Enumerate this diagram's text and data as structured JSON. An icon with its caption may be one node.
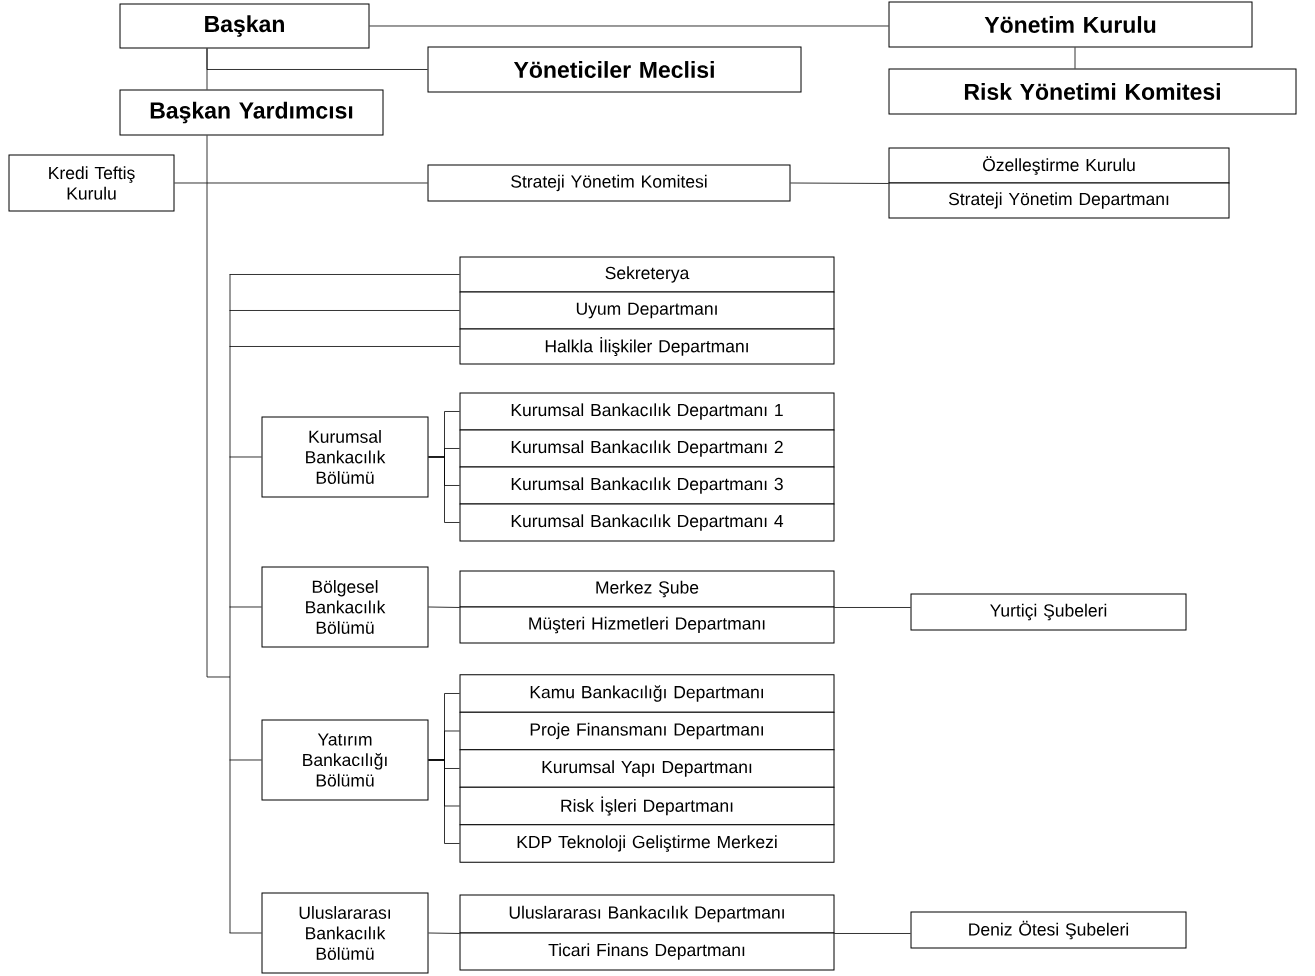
{
  "diagram": {
    "nodes": [
      {
        "text": [
          "Başkan"
        ]
      },
      {
        "text": [
          "Yönetim Kurulu"
        ]
      },
      {
        "text": [
          "Yöneticiler Meclisi"
        ]
      },
      {
        "text": [
          "Risk Yönetimi Komitesi"
        ]
      },
      {
        "text": [
          "Başkan Yardımcısı"
        ]
      },
      {
        "text": [
          "Kredi Teftiş Kurulu"
        ]
      },
      {
        "text": [
          "Strateji Yönetim Komitesi"
        ]
      },
      {
        "text": [
          "Özelleştirme Kurulu"
        ]
      },
      {
        "text": [
          "Strateji Yönetim Departmanı"
        ]
      },
      {
        "text": [
          "Sekreterya"
        ]
      },
      {
        "text": [
          "Uyum Departmanı"
        ]
      },
      {
        "text": [
          "Halkla İlişkiler Departmanı"
        ]
      },
      {
        "text": [
          "Kurumsal Bankacılık Bölümü"
        ]
      },
      {
        "text": [
          "Kurumsal Bankacılık Departmanı 1"
        ]
      },
      {
        "text": [
          "Kurumsal Bankacılık Departmanı 2"
        ]
      },
      {
        "text": [
          "Kurumsal Bankacılık Departmanı 3"
        ]
      },
      {
        "text": [
          "Kurumsal Bankacılık Departmanı 4"
        ]
      },
      {
        "text": [
          "Bölgesel Bankacılık Bölümü"
        ]
      },
      {
        "text": [
          "Merkez Şube"
        ]
      },
      {
        "text": [
          "Müşteri Hizmetleri Departmanı"
        ]
      },
      {
        "text": [
          "Yurtiçi Şubeleri"
        ]
      },
      {
        "text": [
          "Yatırım Bankacılığı Bölümü"
        ]
      },
      {
        "text": [
          "Kamu Bankacılığı Departmanı"
        ]
      },
      {
        "text": [
          "Proje Finansmanı Departmanı"
        ]
      },
      {
        "text": [
          "Kurumsal Yapı Departmanı"
        ]
      },
      {
        "text": [
          "Risk İşleri Departmanı"
        ]
      },
      {
        "text": [
          "KDP Teknoloji Geliştirme Merkezi"
        ]
      },
      {
        "text": [
          "Uluslararası Bankacılık Bölümü"
        ]
      },
      {
        "text": [
          "Uluslararası Bankacılık Departmanı"
        ]
      },
      {
        "text": [
          "Ticari Finans Departmanı"
        ]
      },
      {
        "text": [
          "Deniz Ötesi Şubeleri"
        ]
      }
    ],
    "edges": [
      {
        "from": 0,
        "to": 1,
        "arrow": "none"
      },
      {
        "from": 1,
        "to": 3,
        "arrow": "none"
      },
      {
        "from": 0,
        "to": 2,
        "arrow": "none"
      },
      {
        "from": 0,
        "to": 4,
        "arrow": "none"
      },
      {
        "from": 4,
        "to": 5,
        "arrow": "none"
      },
      {
        "from": 4,
        "to": 6,
        "arrow": "none"
      },
      {
        "from": 6,
        "to": 7,
        "arrow": "none"
      },
      {
        "from": 6,
        "to": 8,
        "arrow": "none"
      },
      {
        "from": 4,
        "to": 9,
        "arrow": "none"
      },
      {
        "from": 4,
        "to": 10,
        "arrow": "none"
      },
      {
        "from": 4,
        "to": 11,
        "arrow": "none"
      },
      {
        "from": 4,
        "to": 12,
        "arrow": "none"
      },
      {
        "from": 12,
        "to": 13,
        "arrow": "none"
      },
      {
        "from": 12,
        "to": 14,
        "arrow": "none"
      },
      {
        "from": 12,
        "to": 15,
        "arrow": "none"
      },
      {
        "from": 12,
        "to": 16,
        "arrow": "none"
      },
      {
        "from": 4,
        "to": 17,
        "arrow": "none"
      },
      {
        "from": 17,
        "to": 18,
        "arrow": "none"
      },
      {
        "from": 17,
        "to": 19,
        "arrow": "none"
      },
      {
        "from": 18,
        "to": 20,
        "arrow": "none"
      },
      {
        "from": 19,
        "to": 20,
        "arrow": "none"
      },
      {
        "from": 4,
        "to": 21,
        "arrow": "none"
      },
      {
        "from": 21,
        "to": 22,
        "arrow": "none"
      },
      {
        "from": 21,
        "to": 23,
        "arrow": "none"
      },
      {
        "from": 21,
        "to": 24,
        "arrow": "none"
      },
      {
        "from": 21,
        "to": 25,
        "arrow": "none"
      },
      {
        "from": 21,
        "to": 26,
        "arrow": "none"
      },
      {
        "from": 4,
        "to": 27,
        "arrow": "none"
      },
      {
        "from": 27,
        "to": 28,
        "arrow": "none"
      },
      {
        "from": 27,
        "to": 29,
        "arrow": "none"
      },
      {
        "from": 28,
        "to": 30,
        "arrow": "none"
      },
      {
        "from": 29,
        "to": 30,
        "arrow": "none"
      }
    ]
  }
}
